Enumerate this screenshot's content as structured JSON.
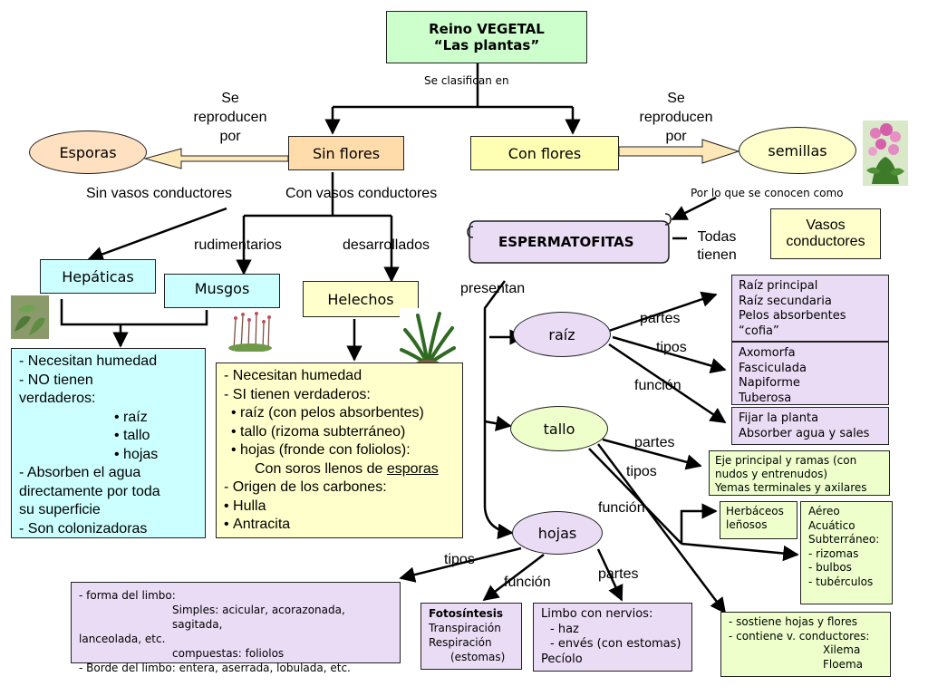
{
  "root": {
    "line1": "Reino VEGETAL",
    "line2": "“Las plantas”"
  },
  "label_clasifican": "Se clasifican en",
  "repro_left": [
    "Se",
    "reproducen",
    "por"
  ],
  "repro_right": [
    "Se",
    "reproducen",
    "por"
  ],
  "esporas": "Esporas",
  "sin_flores": "Sin flores",
  "con_flores": "Con flores",
  "semillas": "semillas",
  "sin_vasos": "Sin vasos conductores",
  "con_vasos": "Con vasos conductores",
  "por_lo_que": "Por lo que se conocen como",
  "espermatofitas": "ESPERMATOFITAS",
  "todas_tienen": [
    "Todas",
    "tienen"
  ],
  "vasos_conductores": [
    "Vasos",
    "conductores"
  ],
  "rudimentarios": "rudimentarios",
  "desarrollados": "desarrollados",
  "hepaticas": "Hepáticas",
  "musgos": "Musgos",
  "helechos": "Helechos",
  "presentan": "presentan",
  "hepaticas_desc": {
    "l1": "- Necesitan humedad",
    "l2": "- NO tienen",
    "l3": "verdaderos:",
    "b1": "raíz",
    "b2": "tallo",
    "b3": "hojas",
    "l4": "- Absorben el agua",
    "l5": "directamente por toda",
    "l6": "su superficie",
    "l7": "- Son colonizadoras"
  },
  "helechos_desc": {
    "l1": "- Necesitan humedad",
    "l2": "- SI tienen verdaderos:",
    "b1": "raíz (con pelos absorbentes)",
    "b2": "tallo (rizoma subterráneo)",
    "b3": "hojas (fronde con foliolos):",
    "l3a": "Con soros llenos de ",
    "l3b": "esporas",
    "l4": "- Origen de los carbones:",
    "b4": "Hulla",
    "b5": "Antracita"
  },
  "raiz": "raíz",
  "tallo": "tallo",
  "hojas": "hojas",
  "partes": "partes",
  "tipos": "tipos",
  "funcion": "función",
  "raiz_partes": [
    "Raíz principal",
    "Raíz secundaria",
    "Pelos absorbentes",
    "“cofia”"
  ],
  "raiz_tipos": [
    "Axomorfa",
    "Fasciculada",
    "Napiforme",
    "Tuberosa"
  ],
  "raiz_funcion": [
    "Fijar la planta",
    "Absorber agua y sales"
  ],
  "tallo_partes": [
    "Eje principal y ramas (con",
    "nudos y entrenudos)",
    "Yemas terminales y axilares"
  ],
  "tallo_tipos_a": [
    "Herbáceos",
    "leñosos"
  ],
  "tallo_tipos_b": [
    "Aéreo",
    "Acuático",
    "Subterráneo:",
    "- rizomas",
    "- bulbos",
    "- tubérculos"
  ],
  "tallo_funcion": [
    "- sostiene hojas y flores",
    "- contiene v. conductores:",
    "Xilema",
    "Floema"
  ],
  "hojas_tipos": {
    "l1": "- forma del limbo:",
    "l2": "Simples: acicular, acorazonada, sagitada,",
    "l3": "lanceolada, etc.",
    "l4": "compuestas: foliolos",
    "l5": "- Borde del limbo: entera, aserrada, lobulada, etc."
  },
  "hojas_funcion": [
    "Fotosíntesis",
    "Transpiración",
    "Respiración",
    "(estomas)"
  ],
  "hojas_partes": [
    "Limbo con nervios:",
    "- haz",
    "- envés (con estomas)",
    "Pecíolo"
  ],
  "colors": {
    "root_fill": "#ccffcc",
    "sin_flores_fill": "#ffdcaa",
    "con_flores_fill": "#ffffb3",
    "semillas_fill": "#ffffcc",
    "esporas_fill": "#ffe0c0",
    "cyan_fill": "#ccffff",
    "yellow_green_fill": "#ffffcc",
    "lavender_fill": "#eadcf5",
    "raiz_oval_fill": "#eadcf5",
    "tallo_oval_fill": "#eeffcc",
    "hojas_oval_fill": "#eadcf5",
    "arrow_fill": "#ffe8b8"
  }
}
